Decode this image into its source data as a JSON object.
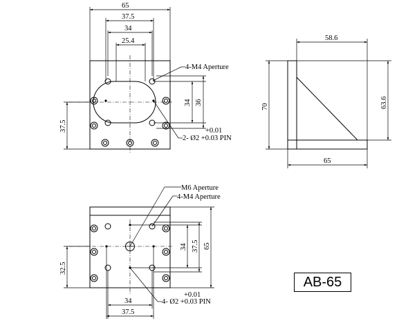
{
  "model": "AB-65",
  "top_view": {
    "dims": [
      "65",
      "37.5",
      "34",
      "25.4",
      "34",
      "36",
      "37.5"
    ],
    "callout_aperture": "4-M4 Aperture",
    "pin_tol_upper": "+0.01",
    "pin_callout": "2- Ø2 +0.03 PIN"
  },
  "side_view": {
    "dims": [
      "58.6",
      "70",
      "63.6",
      "65"
    ]
  },
  "bottom_view": {
    "callout_m6": "M6 Aperture",
    "callout_m4": "4-M4 Aperture",
    "dims": [
      "34",
      "37.5",
      "65",
      "32.5",
      "34",
      "37.5"
    ],
    "pin_tol_upper": "+0.01",
    "pin_callout": "4- Ø2 +0.03 PIN"
  }
}
